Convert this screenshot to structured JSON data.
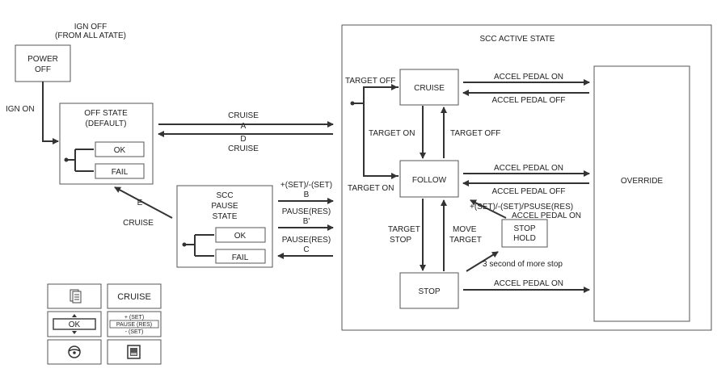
{
  "labels": {
    "ign_off_1": "IGN OFF",
    "ign_off_2": "(FROM ALL ATATE)",
    "power_off_1": "POWER",
    "power_off_2": "OFF",
    "ign_on": "IGN ON",
    "off_state_1": "OFF STATE",
    "off_state_2": "(DEFAULT)",
    "ok": "OK",
    "fail": "FAIL",
    "pause_1": "SCC",
    "pause_2": "PAUSE",
    "pause_3": "STATE",
    "e": "E",
    "cruise_lower": "CRUISE",
    "cruise_top": "CRUISE",
    "a": "A",
    "d": "D",
    "cruise_bottom": "CRUISE",
    "set_minus": "+(SET)/-(SET)",
    "b": "B",
    "pause_res_1": "PAUSE(RES)",
    "b_prime": "B'",
    "pause_res_2": "PAUSE(RES)",
    "c": "C",
    "scc_active": "SCC ACTIVE STATE",
    "cruise_state": "CRUISE",
    "follow_state": "FOLLOW",
    "stop_state": "STOP",
    "stop_hold_1": "STOP",
    "stop_hold_2": "HOLD",
    "override": "OVERRIDE",
    "target_off_left": "TARGET OFF",
    "target_on_mid": "TARGET ON",
    "target_off_mid": "TARGET OFF",
    "target_on_left": "TARGET ON",
    "target_stop_1": "TARGET",
    "target_stop_2": "STOP",
    "move_target_1": "MOVE",
    "move_target_2": "TARGET",
    "three_sec": "3 second of more stop",
    "accel_on_1": "ACCEL PEDAL ON",
    "accel_off_1": "ACCEL PEDAL OFF",
    "accel_on_2": "ACCEL PEDAL ON",
    "accel_off_2": "ACCEL PEDAL OFF",
    "set_psuse_res": "+(SET)/-(SET)/PSUSE(RES)",
    "accel_on_3": "ACCEL PEDAL ON",
    "accel_on_4": "ACCEL PEDAL ON"
  },
  "legend": {
    "cruise": "CRUISE",
    "ok": "OK",
    "plus_set": "+ (SET)",
    "pause_res": "PAUSE (RES)",
    "minus_set": "- (SET)"
  },
  "icons": {
    "document": "document-icon",
    "updown": "up-down-arrows-icon",
    "steering": "steering-wheel-icon",
    "cluster": "cluster-display-icon"
  }
}
